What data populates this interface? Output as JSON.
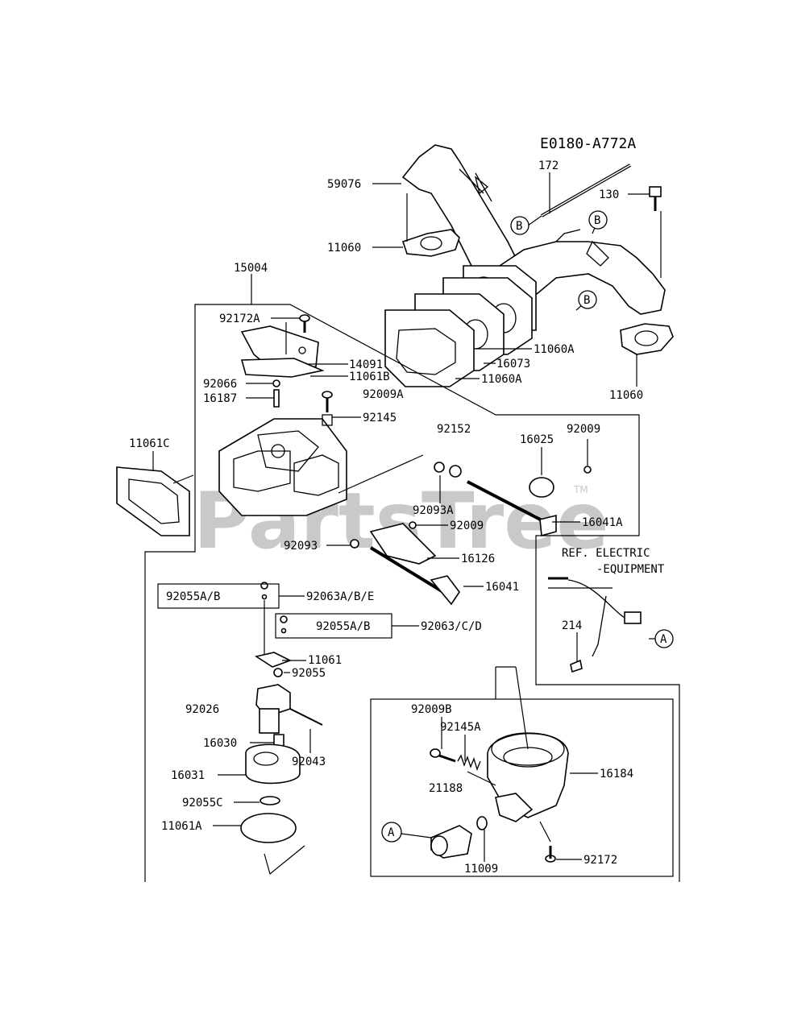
{
  "diagram": {
    "code": "E0180-A772A",
    "watermark": "PartsTree",
    "trademark": "TM",
    "ref_note": [
      "REF. ELECTRIC",
      "-EQUIPMENT"
    ],
    "callouts": [
      "A",
      "B"
    ],
    "labels": {
      "p59076": "59076",
      "p11060_top": "11060",
      "p172": "172",
      "p130": "130",
      "p15004": "15004",
      "p92172A": "92172A",
      "p14091": "14091",
      "p11061B": "11061B",
      "p92066": "92066",
      "p16187": "16187",
      "p92009A": "92009A",
      "p92145": "92145",
      "p11060A_1": "11060A",
      "p16073": "16073",
      "p11060A_2": "11060A",
      "p11060_bot": "11060",
      "p11061C": "11061C",
      "p92152": "92152",
      "p16025": "16025",
      "p92009_1": "92009",
      "p92093A": "92093A",
      "p92009_2": "92009",
      "p16041A": "16041A",
      "p92093": "92093",
      "p16126": "16126",
      "p16041": "16041",
      "p92055AB_1": "92055A/B",
      "p92063ABE": "92063A/B/E",
      "p92055AB_2": "92055A/B",
      "p92063CD": "92063/C/D",
      "p11061": "11061",
      "p92055": "92055",
      "p92026": "92026",
      "p16030": "16030",
      "p92043": "92043",
      "p16031": "16031",
      "p92055C": "92055C",
      "p11061A": "11061A",
      "p214": "214",
      "p92009B": "92009B",
      "p92145A": "92145A",
      "p21188": "21188",
      "p16184": "16184",
      "p11009": "11009",
      "p92172": "92172"
    }
  }
}
